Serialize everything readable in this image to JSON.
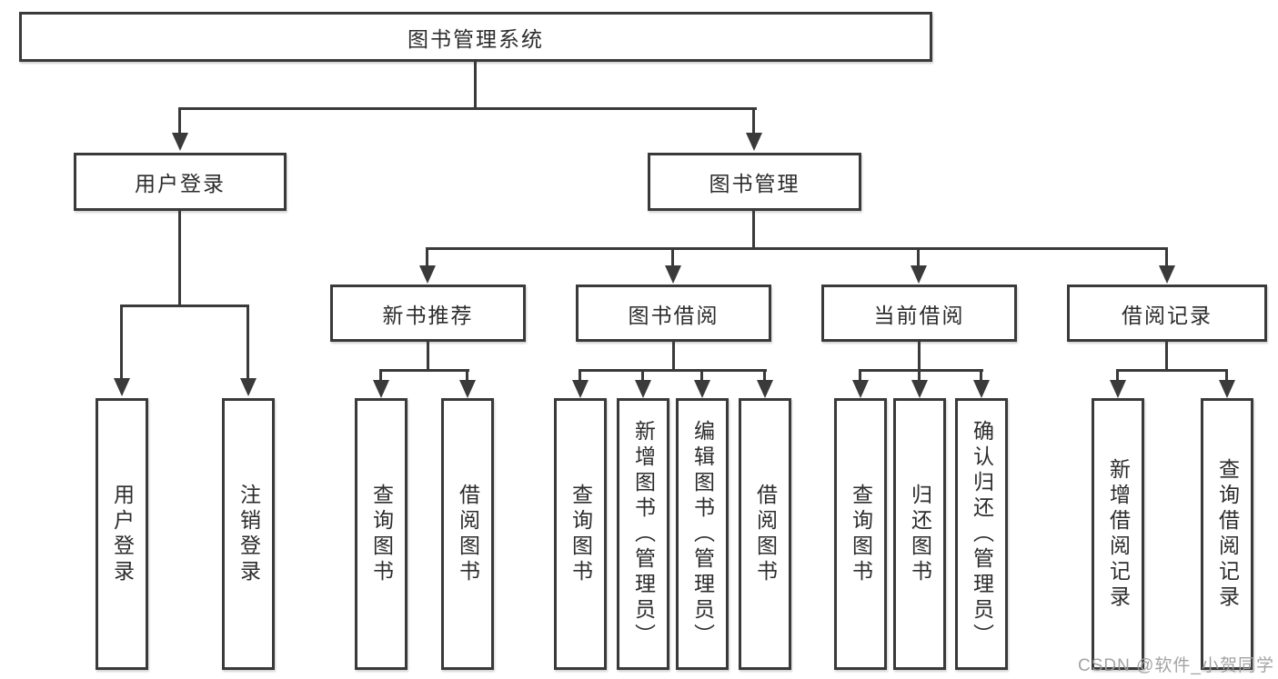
{
  "diagram": {
    "root": {
      "label": "图书管理系统"
    },
    "level2": [
      {
        "label": "用户登录"
      },
      {
        "label": "图书管理"
      }
    ],
    "level3": [
      {
        "label": "新书推荐"
      },
      {
        "label": "图书借阅"
      },
      {
        "label": "当前借阅"
      },
      {
        "label": "借阅记录"
      }
    ],
    "leaves": {
      "user_login": [
        "用户登录",
        "注销登录"
      ],
      "new_book": [
        "查询图书",
        "借阅图书"
      ],
      "book_borrow": [
        "查询图书",
        "新增图书（管理员）",
        "编辑图书（管理员）",
        "借阅图书"
      ],
      "current_borrow": [
        "查询图书",
        "归还图书",
        "确认归还（管理员）"
      ],
      "records": [
        "新增借阅记录",
        "查询借阅记录"
      ]
    }
  },
  "watermark": {
    "text": "CSDN @软件_小贺同学"
  },
  "colors": {
    "line": "#3a3a3a",
    "text": "#2c2c2c",
    "watermark": "#9e9e9e",
    "background": "#ffffff"
  }
}
